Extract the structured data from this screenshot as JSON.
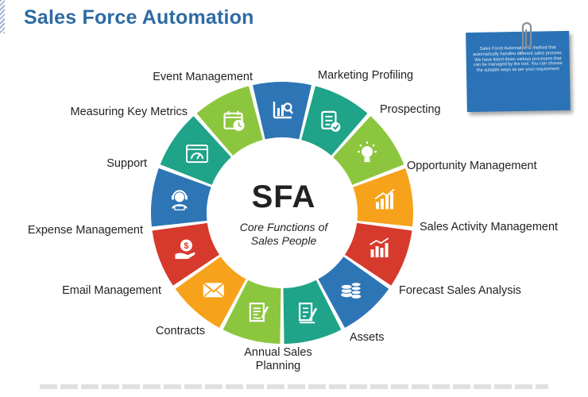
{
  "title": "Sales Force Automation",
  "center": {
    "acronym": "SFA",
    "subtitle": "Core Functions of\nSales People"
  },
  "note": {
    "text": "Sales Force Automation is method that automatically handles different sales process. We have listed down various processes that can be managed by the tool. You can choose the suitable ways as per your requirement"
  },
  "segments": [
    {
      "label": "Marketing Profiling",
      "color": "#2e75b6",
      "icon": "chart-magnifier-icon"
    },
    {
      "label": "Prospecting",
      "color": "#1fa389",
      "icon": "checklist-icon"
    },
    {
      "label": "Opportunity Management",
      "color": "#8cc63e",
      "icon": "lightbulb-icon"
    },
    {
      "label": "Sales Activity Management",
      "color": "#f7a21b",
      "icon": "bar-growth-icon"
    },
    {
      "label": "Forecast Sales Analysis",
      "color": "#d63a2c",
      "icon": "bar-trend-icon"
    },
    {
      "label": "Assets",
      "color": "#2e75b6",
      "icon": "coins-icon"
    },
    {
      "label": "Annual Sales\nPlanning",
      "color": "#1fa389",
      "icon": "document-pen-icon"
    },
    {
      "label": "Contracts",
      "color": "#8cc63e",
      "icon": "contract-icon"
    },
    {
      "label": "Email Management",
      "color": "#f7a21b",
      "icon": "envelope-icon"
    },
    {
      "label": "Expense Management",
      "color": "#d63a2c",
      "icon": "dollar-hand-icon"
    },
    {
      "label": "Support",
      "color": "#2e75b6",
      "icon": "headset-agent-icon"
    },
    {
      "label": "Measuring Key Metrics",
      "color": "#1fa389",
      "icon": "gauge-icon"
    },
    {
      "label": "Event Management",
      "color": "#8cc63e",
      "icon": "calendar-clock-icon"
    }
  ]
}
